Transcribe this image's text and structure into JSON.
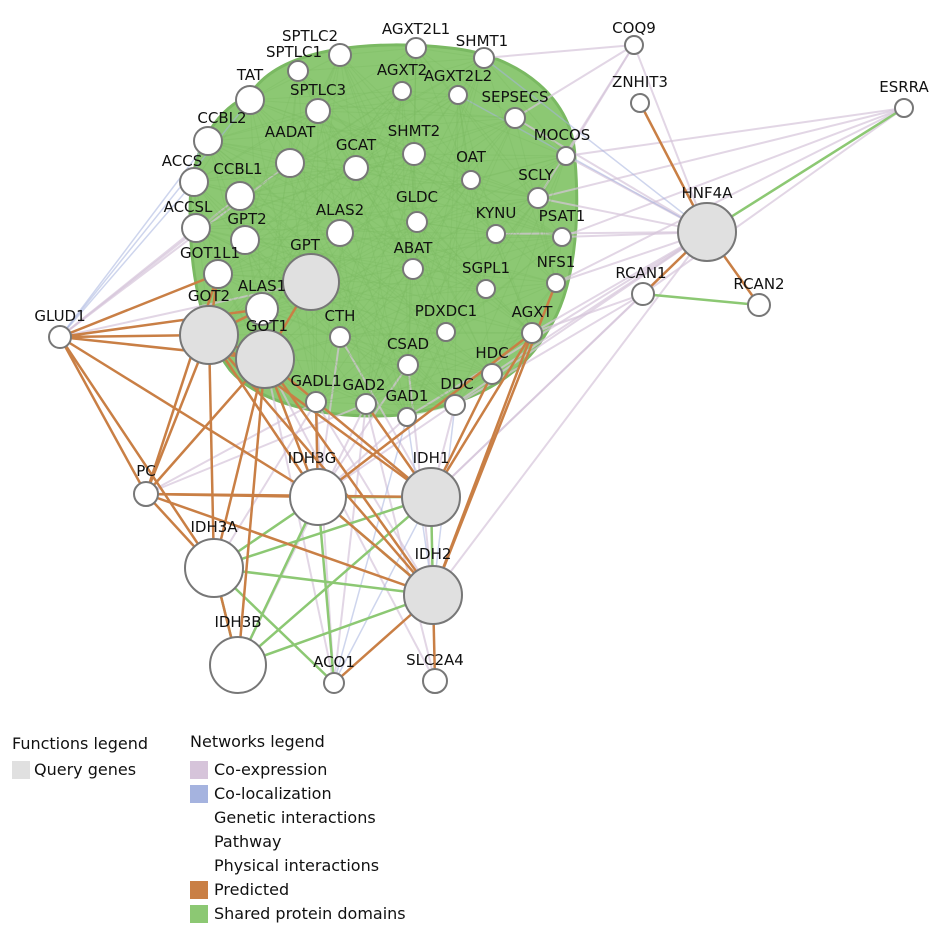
{
  "colors": {
    "predicted": "#c97f45",
    "shared_domains": "#8cc873",
    "coexpression": "#d6c4da",
    "colocalization": "#a5b3df",
    "query_fill": "#e0e0e0",
    "node_fill": "#ffffff",
    "node_stroke": "#777777"
  },
  "nodes": [
    {
      "label": "SPTLC2",
      "query": false
    },
    {
      "label": "AGXT2L1",
      "query": false
    },
    {
      "label": "SHMT1",
      "query": false
    },
    {
      "label": "COQ9",
      "query": false
    },
    {
      "label": "SPTLC1",
      "query": false
    },
    {
      "label": "TAT",
      "query": false
    },
    {
      "label": "AGXT2",
      "query": false
    },
    {
      "label": "AGXT2L2",
      "query": false
    },
    {
      "label": "ZNHIT3",
      "query": false
    },
    {
      "label": "ESRRA",
      "query": false
    },
    {
      "label": "SPTLC3",
      "query": false
    },
    {
      "label": "SEPSECS",
      "query": false
    },
    {
      "label": "CCBL2",
      "query": false
    },
    {
      "label": "AADAT",
      "query": false
    },
    {
      "label": "SHMT2",
      "query": false
    },
    {
      "label": "MOCOS",
      "query": false
    },
    {
      "label": "GCAT",
      "query": false
    },
    {
      "label": "ACCS",
      "query": false
    },
    {
      "label": "CCBL1",
      "query": false
    },
    {
      "label": "OAT",
      "query": false
    },
    {
      "label": "SCLY",
      "query": false
    },
    {
      "label": "HNF4A",
      "query": true
    },
    {
      "label": "ACCSL",
      "query": false
    },
    {
      "label": "GPT2",
      "query": false
    },
    {
      "label": "ALAS2",
      "query": false
    },
    {
      "label": "GLDC",
      "query": false
    },
    {
      "label": "KYNU",
      "query": false
    },
    {
      "label": "PSAT1",
      "query": false
    },
    {
      "label": "GOT1L1",
      "query": false
    },
    {
      "label": "GPT",
      "query": true
    },
    {
      "label": "ABAT",
      "query": false
    },
    {
      "label": "NFS1",
      "query": false
    },
    {
      "label": "SGPL1",
      "query": false
    },
    {
      "label": "RCAN1",
      "query": false
    },
    {
      "label": "RCAN2",
      "query": false
    },
    {
      "label": "ALAS1",
      "query": false
    },
    {
      "label": "GOT2",
      "query": true
    },
    {
      "label": "GLUD1",
      "query": false
    },
    {
      "label": "CTH",
      "query": false
    },
    {
      "label": "PDXDC1",
      "query": false
    },
    {
      "label": "AGXT",
      "query": false
    },
    {
      "label": "GOT1",
      "query": true
    },
    {
      "label": "CSAD",
      "query": false
    },
    {
      "label": "HDC",
      "query": false
    },
    {
      "label": "GADL1",
      "query": false
    },
    {
      "label": "GAD2",
      "query": false
    },
    {
      "label": "DDC",
      "query": false
    },
    {
      "label": "GAD1",
      "query": false
    },
    {
      "label": "PC",
      "query": false
    },
    {
      "label": "IDH3G",
      "query": false
    },
    {
      "label": "IDH1",
      "query": true
    },
    {
      "label": "IDH3A",
      "query": false
    },
    {
      "label": "IDH2",
      "query": true
    },
    {
      "label": "IDH3B",
      "query": false
    },
    {
      "label": "ACO1",
      "query": false
    },
    {
      "label": "SLC2A4",
      "query": false
    }
  ],
  "legend": {
    "functions_title": "Functions legend",
    "functions_items": [
      {
        "label": "Query genes",
        "color": "#e0e0e0"
      }
    ],
    "networks_title": "Networks legend",
    "networks_items": [
      {
        "label": "Co-expression",
        "color": "#d6c4da"
      },
      {
        "label": "Co-localization",
        "color": "#a5b3df"
      },
      {
        "label": "Genetic interactions",
        "color": ""
      },
      {
        "label": "Pathway",
        "color": ""
      },
      {
        "label": "Physical interactions",
        "color": ""
      },
      {
        "label": "Predicted",
        "color": "#c97f45"
      },
      {
        "label": "Shared protein domains",
        "color": "#8cc873"
      }
    ]
  }
}
